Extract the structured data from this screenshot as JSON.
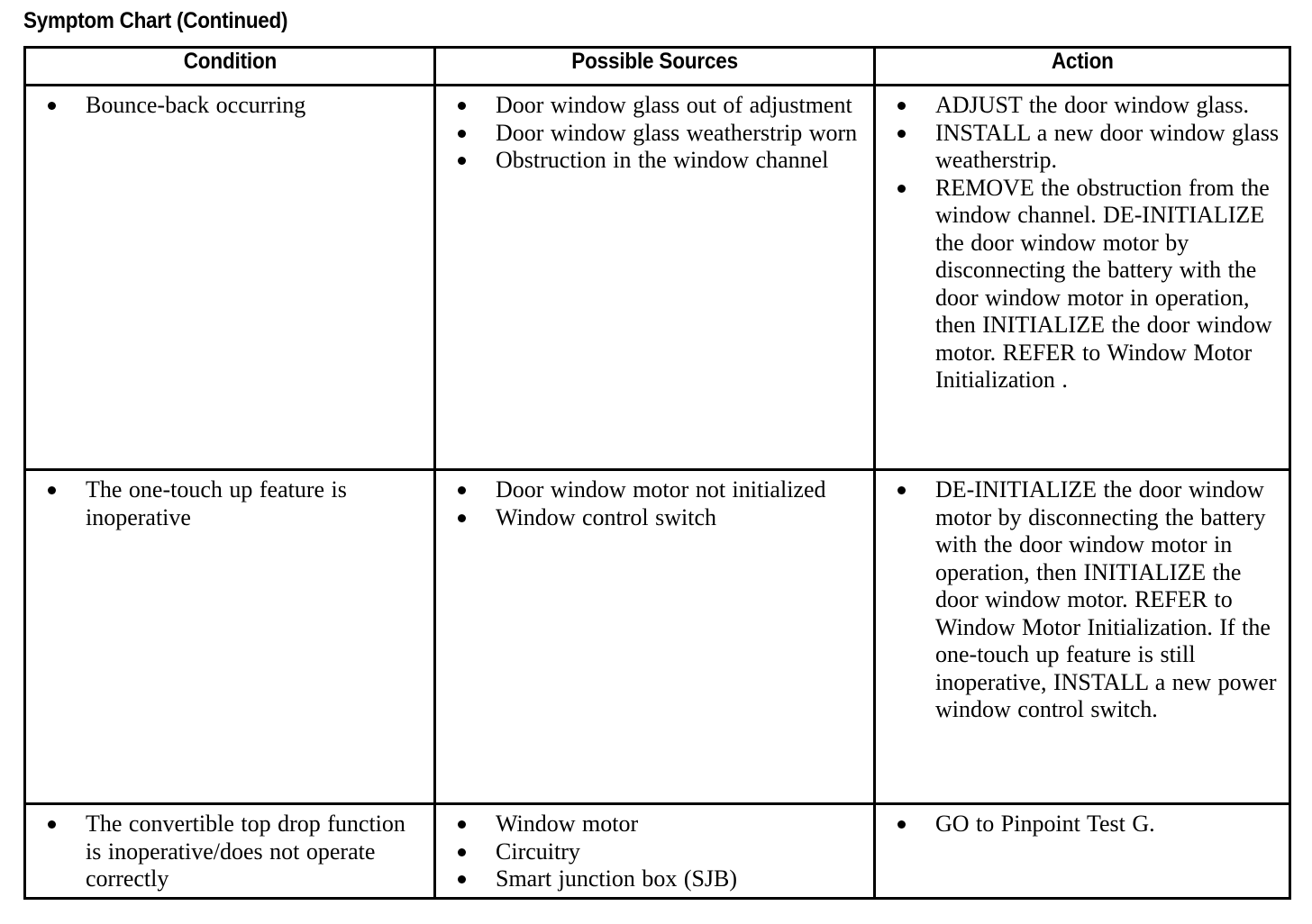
{
  "document": {
    "title": "Symptom Chart (Continued)"
  },
  "table": {
    "headers": [
      "Condition",
      "Possible Sources",
      "Action"
    ],
    "rows": [
      {
        "condition": [
          "Bounce-back occurring"
        ],
        "possible_sources": [
          "Door window glass out of adjustment",
          "Door window glass weatherstrip worn",
          "Obstruction in the window channel"
        ],
        "action": [
          "ADJUST the door window glass.",
          "INSTALL a new door window glass weatherstrip.",
          "REMOVE the obstruction from the window channel. DE-INITIALIZE the door window motor by disconnecting the battery with the door window motor in operation, then INITIALIZE the door window motor. REFER to  Window Motor Initialization ."
        ]
      },
      {
        "condition": [
          "The one-touch up feature is inoperative"
        ],
        "possible_sources": [
          "Door window motor not initialized",
          "Window control switch"
        ],
        "action": [
          "DE-INITIALIZE the door window motor by disconnecting the battery with the door window motor in operation, then INITIALIZE the door window motor. REFER to Window Motor Initialization. If the one-touch up feature is still inoperative, INSTALL a new power window control switch."
        ]
      },
      {
        "condition": [
          "The convertible top drop function is inoperative/does not operate correctly"
        ],
        "possible_sources": [
          "Window motor",
          "Circuitry",
          "Smart junction box (SJB)"
        ],
        "action": [
          "GO to Pinpoint Test G."
        ]
      }
    ]
  }
}
